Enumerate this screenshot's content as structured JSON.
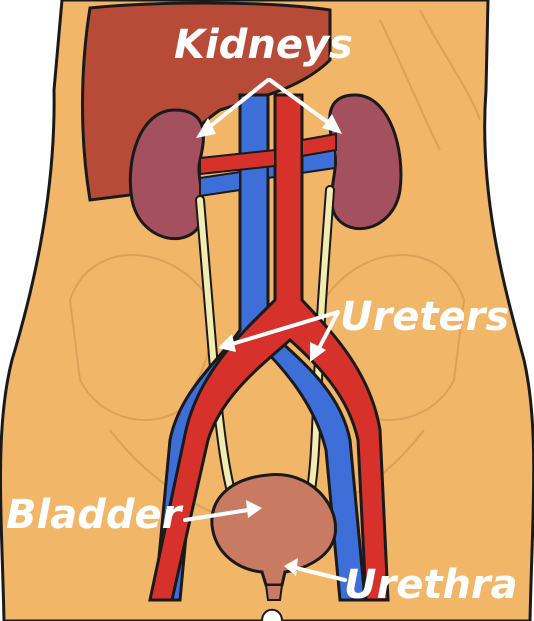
{
  "labels": {
    "kidneys": "Kidneys",
    "ureters": "Ureters",
    "bladder": "Bladder",
    "urethra": "Urethra"
  },
  "colors": {
    "skin": "#f1b667",
    "skin_shade": "#e0a85f",
    "outline": "#1a1a1a",
    "liver": "#b84a38",
    "kidney": "#a5505f",
    "artery": "#d6312b",
    "vein": "#3e6ed8",
    "ureter": "#f2ecb0",
    "bladder": "#c97a62",
    "label": "#ffffff"
  }
}
